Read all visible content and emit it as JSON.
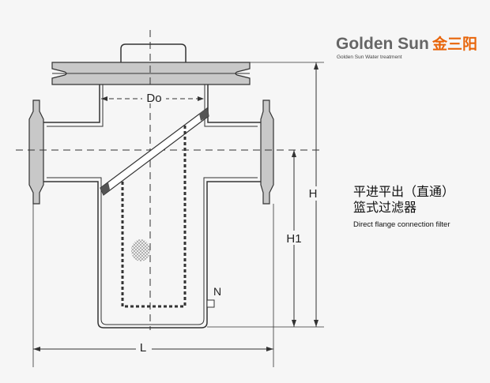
{
  "logo": {
    "wordmark": "Golden Sun",
    "chinese": "金三阳",
    "tagline": "Golden Sun Water treatment",
    "color_dark": "#666666",
    "color_accent": "#e8650a"
  },
  "title": {
    "line1": "平进平出（直通）",
    "line2": "篮式过滤器",
    "line3": "Direct flange connection filter"
  },
  "labels": {
    "do": "Do",
    "h": "H",
    "h1": "H1",
    "l": "L",
    "n": "N"
  },
  "colors": {
    "background": "#f6f6f6",
    "metal_fill": "#c8c8c8",
    "line": "#333333"
  }
}
